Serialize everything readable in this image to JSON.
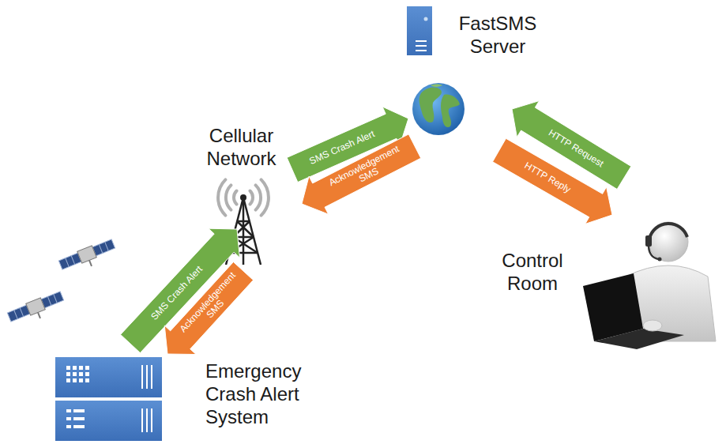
{
  "diagram": {
    "nodes": [
      {
        "text": [
          "FastSMS Server"
        ]
      },
      {
        "text": [
          "Cellular Network"
        ]
      },
      {
        "text": [
          "Control Room"
        ]
      },
      {
        "text": [
          "Emergency Crash Alert System"
        ]
      }
    ],
    "edges": [
      {
        "from": 3,
        "to": 1,
        "label": "SMS Crash Alert",
        "arrow": "to"
      },
      {
        "from": 1,
        "to": 3,
        "label": "Acknowledgement SMS",
        "arrow": "to"
      },
      {
        "from": 1,
        "to": 0,
        "label": "SMS Crash Alert",
        "arrow": "to"
      },
      {
        "from": 0,
        "to": 1,
        "label": "Acknowledgement SMS",
        "arrow": "to"
      },
      {
        "from": 2,
        "to": 0,
        "label": "HTTP Request",
        "arrow": "to"
      },
      {
        "from": 0,
        "to": 2,
        "label": "HTTP Reply",
        "arrow": "to"
      }
    ]
  }
}
